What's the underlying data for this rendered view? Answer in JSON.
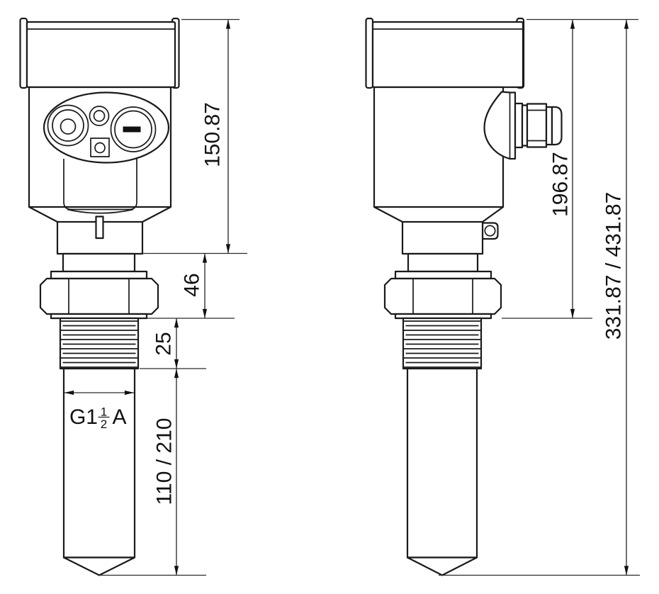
{
  "drawing": {
    "background": "#ffffff",
    "line_color": "#1a1a1a",
    "dimensions": {
      "front_head_height": "150.87",
      "front_neck_height": "46",
      "front_thread_length": "25",
      "front_probe_length": "110 / 210",
      "thread_spec": {
        "prefix": "G1",
        "numerator": "1",
        "denominator": "2",
        "suffix": "A"
      },
      "side_height_to_mount": "196.87",
      "side_total_length": "331.87 / 431.87"
    }
  }
}
